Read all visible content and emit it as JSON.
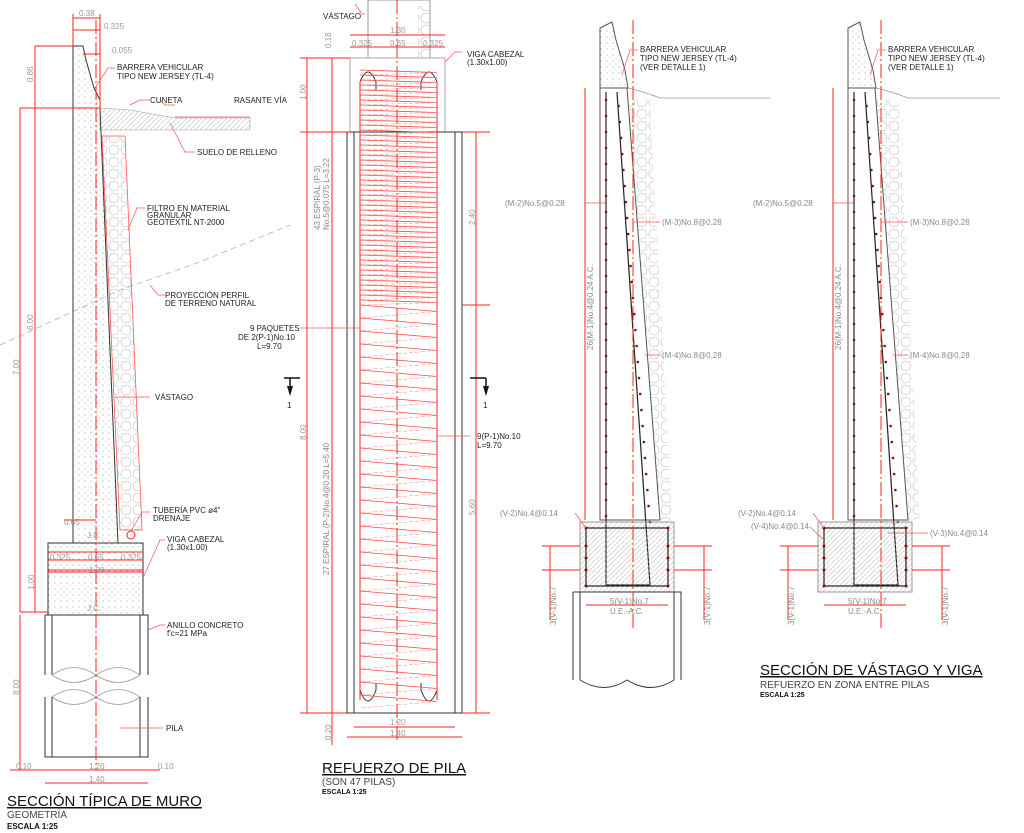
{
  "colors": {
    "dimension": "#ff2222",
    "outline": "#333333",
    "text": "#222222"
  },
  "section_wall": {
    "title": "SECCIÓN TÍPICA DE MURO",
    "subtitle": "GEOMETRÍA",
    "scale": "ESCALA 1:25",
    "dims": {
      "d038": "0.38",
      "d0325": "0.325",
      "d0055": "0.055",
      "d086": "0.86",
      "d700": "7.00",
      "d600": "6.00",
      "d065": "0.65",
      "d0325a": "0.325",
      "d065b": "0.65",
      "d0325b": "0.325",
      "d130": "1.30",
      "d100": "1.00",
      "d800": "8.00",
      "d010a": "0.10",
      "d120": "1.20",
      "d010b": "0.10",
      "d140": "1.40",
      "jc1": "J.C.",
      "jc2": "J.C."
    },
    "labels": {
      "barrier": [
        "BARRERA VEHICULAR",
        "TIPO NEW JERSEY (TL-4)"
      ],
      "cuneta": "CUNETA",
      "rasante": "RASANTE VÍA",
      "relleno": "SUELO DE RELLENO",
      "filtro": [
        "FILTRO EN MATERIAL",
        "GRANULAR",
        "GEOTEXTIL NT-2000"
      ],
      "perfil": [
        "PROYECCIÓN PERFIL",
        "DE TERRENO NATURAL"
      ],
      "vastago": "VÁSTAGO",
      "tuberia": [
        "TUBERÍA PVC ø4\"",
        "DRENAJE"
      ],
      "viga": [
        "VIGA CABEZAL",
        "(1.30x1.00)"
      ],
      "anillo": [
        "ANILLO CONCRETO",
        "f'c=21 MPa"
      ],
      "pila": "PILA"
    }
  },
  "section_pile": {
    "title": "REFUERZO DE PILA",
    "subtitle": "(SON 47 PILAS)",
    "scale": "ESCALA 1:25",
    "dims": {
      "d018": "0.18",
      "d130": "1.30",
      "d0325a": "0.325",
      "d065": "0.65",
      "d0325b": "0.325",
      "d100": "1.00",
      "d800": "8.00",
      "d240": "2.40",
      "d560": "5.60",
      "d020": "0.20",
      "d120": "1.20",
      "d140": "1.40"
    },
    "labels": {
      "vastago": "VÁSTAGO",
      "viga": [
        "VIGA CABEZAL",
        "(1.30x1.00)"
      ],
      "espiral1": [
        "43 ESPIRAL (P-3)",
        "No.5@0.075 L=3.22"
      ],
      "espiral2": "27 ESPIRAL (P-2)No.4@0.20 L=5.40",
      "paquetes": [
        "9 PAQUETES",
        "DE 2(P-1)No.10",
        "L=9.70"
      ],
      "p1": [
        "9(P-1)No.10",
        "L=9.70"
      ],
      "cut_left": "1",
      "cut_right": "1"
    }
  },
  "section_stem": {
    "title": "SECCIÓN DE VÁSTAGO Y VIGA",
    "subtitle": "REFUERZO EN ZONA ENTRE PILAS",
    "scale": "ESCALA 1:25",
    "views": [
      {
        "barrier": [
          "BARRERA VEHICULAR",
          "TIPO NEW JERSEY (TL-4)",
          "(VER DETALLE 1)"
        ],
        "m2": "(M-2)No.5@0.28",
        "m3": "(M-3)No.8@0.28",
        "m4": "(M-4)No.8@0.28",
        "m1": "26(M-1)No.4@0.24 A.C.",
        "v2": "(V-2)No.4@0.14",
        "v1_left": "3(V-1)No.7",
        "v1_right": "3(V-1)No.7",
        "v1_bottom": [
          "5(V-1)No.7",
          "U.E.-A.C."
        ]
      },
      {
        "barrier": [
          "BARRERA VEHICULAR",
          "TIPO NEW JERSEY (TL-4)",
          "(VER DETALLE 1)"
        ],
        "m2": "(M-2)No.5@0.28",
        "m3": "(M-3)No.8@0.28",
        "m4": "(M-4)No.8@0.28",
        "m1": "26(M-1)No.4@0.24 A.C.",
        "v2": "(V-2)No.4@0.14",
        "v4": "(V-4)No.4@0.14",
        "v3": "(V-3)No.4@0.14",
        "v1_left": "3(V-1)No.7",
        "v1_right": "3(V-1)No.7",
        "v1_bottom": [
          "5(V-1)No.7",
          "U.E.-A.C."
        ]
      }
    ]
  }
}
